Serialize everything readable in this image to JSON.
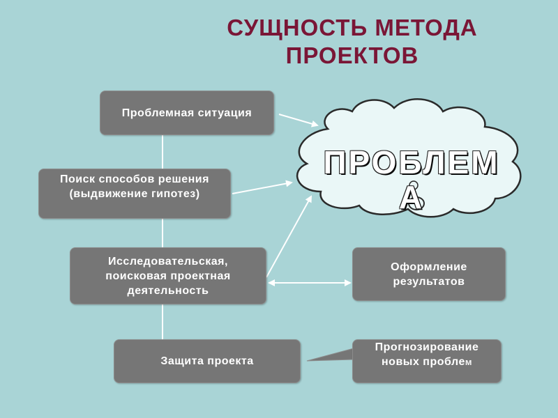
{
  "title": {
    "line1": "СУЩНОСТЬ МЕТОДА",
    "line2": "ПРОЕКТОВ"
  },
  "cloud": {
    "line1": "ПРОБЛЕМ",
    "line2": "А"
  },
  "boxes": {
    "problem_situation": "Проблемная ситуация",
    "search": "Поиск способов решения (выдвижение гипотез)",
    "research": "Исследовательская, поисковая проектная деятельность",
    "results": "Оформление результатов",
    "defense": "Защита проекта",
    "forecast_main": "Прогнозирование новых пробле",
    "forecast_tail": "м"
  },
  "colors": {
    "background": "#a9d4d6",
    "title": "#7a1636",
    "box": "#767676",
    "cloud_fill": "#eaf7f7",
    "connector": "#ffffff"
  }
}
